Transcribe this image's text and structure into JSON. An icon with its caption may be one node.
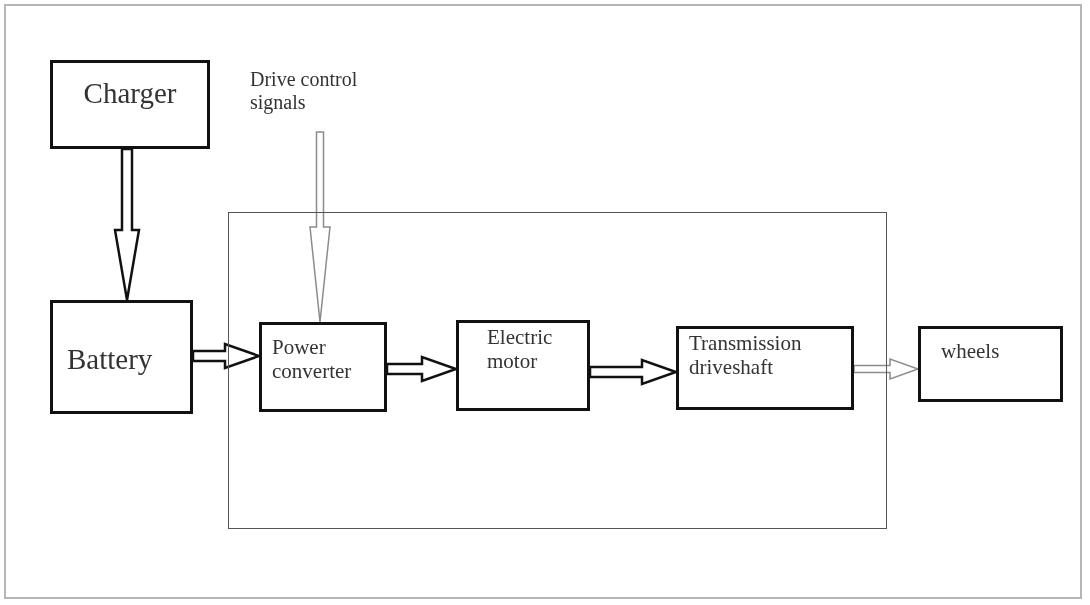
{
  "diagram": {
    "nodes": [
      {
        "text": [
          "Charger"
        ]
      },
      {
        "text": [
          "Drive control signals"
        ]
      },
      {
        "text": [
          "Battery"
        ]
      },
      {
        "text": [],
        "shape": "box"
      },
      {
        "text": [
          "Power converter"
        ],
        "in": 3
      },
      {
        "text": [
          "Electric motor"
        ],
        "in": 3
      },
      {
        "text": [
          "Transmission driveshaft"
        ],
        "in": 3
      },
      {
        "text": [
          "wheels"
        ]
      }
    ],
    "edges": [
      {
        "from": 0,
        "to": 2,
        "arrow": "to"
      },
      {
        "from": 1,
        "to": 4,
        "arrow": "to",
        "color": "#8c8c8c"
      },
      {
        "from": 2,
        "to": 4,
        "arrow": "to"
      },
      {
        "from": 4,
        "to": 5,
        "arrow": "to"
      },
      {
        "from": 5,
        "to": 6,
        "arrow": "to"
      },
      {
        "from": 6,
        "to": 7,
        "arrow": "to",
        "color": "#8c8c8c"
      }
    ]
  }
}
